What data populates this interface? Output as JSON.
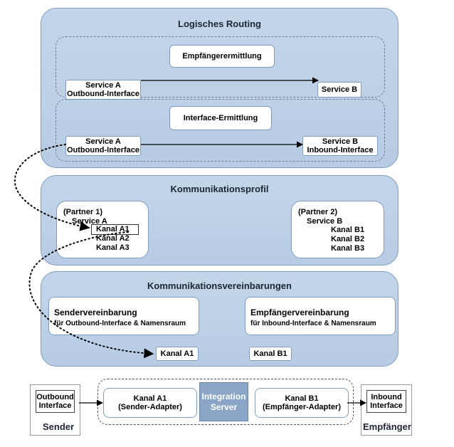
{
  "routing": {
    "title": "Logisches Routing",
    "receiver_determination": {
      "title": "Empfängerermittlung",
      "source_line1": "Service A",
      "source_line2": "Outbound-Interface",
      "target": "Service B"
    },
    "interface_determination": {
      "title": "Interface-Ermittlung",
      "source_line1": "Service A",
      "source_line2": "Outbound-Interface",
      "target_line1": "Service B",
      "target_line2": "Inbound-Interface"
    }
  },
  "profile": {
    "title": "Kommunikationsprofil",
    "partner1": {
      "label": "(Partner 1)",
      "service": "Service A",
      "channels": [
        "Kanal A1",
        "Kanal A2",
        "Kanal A3"
      ]
    },
    "partner2": {
      "label": "(Partner 2)",
      "service": "Service B",
      "channels": [
        "Kanal B1",
        "Kanal B2",
        "Kanal B3"
      ]
    }
  },
  "agreements": {
    "title": "Kommunikationsvereinbarungen",
    "sender": {
      "title": "Sendervereinbarung",
      "subtitle": "für Outbound-Interface & Namensraum"
    },
    "receiver": {
      "title": "Empfängervereinbarung",
      "subtitle": "für Inbound-Interface & Namensraum"
    },
    "channel_a": "Kanal A1",
    "channel_b": "Kanal B1"
  },
  "runtime": {
    "sender": {
      "box_line1": "Outbound",
      "box_line2": "Interface",
      "label": "Sender"
    },
    "adapter_a": {
      "line1": "Kanal A1",
      "line2": "(Sender-Adapter)"
    },
    "server": {
      "line1": "Integration",
      "line2": "Server"
    },
    "adapter_b": {
      "line1": "Kanal B1",
      "line2": "(Empfänger-Adapter)"
    },
    "receiver": {
      "box_line1": "Inbound",
      "box_line2": "Interface",
      "label": "Empfänger"
    }
  }
}
